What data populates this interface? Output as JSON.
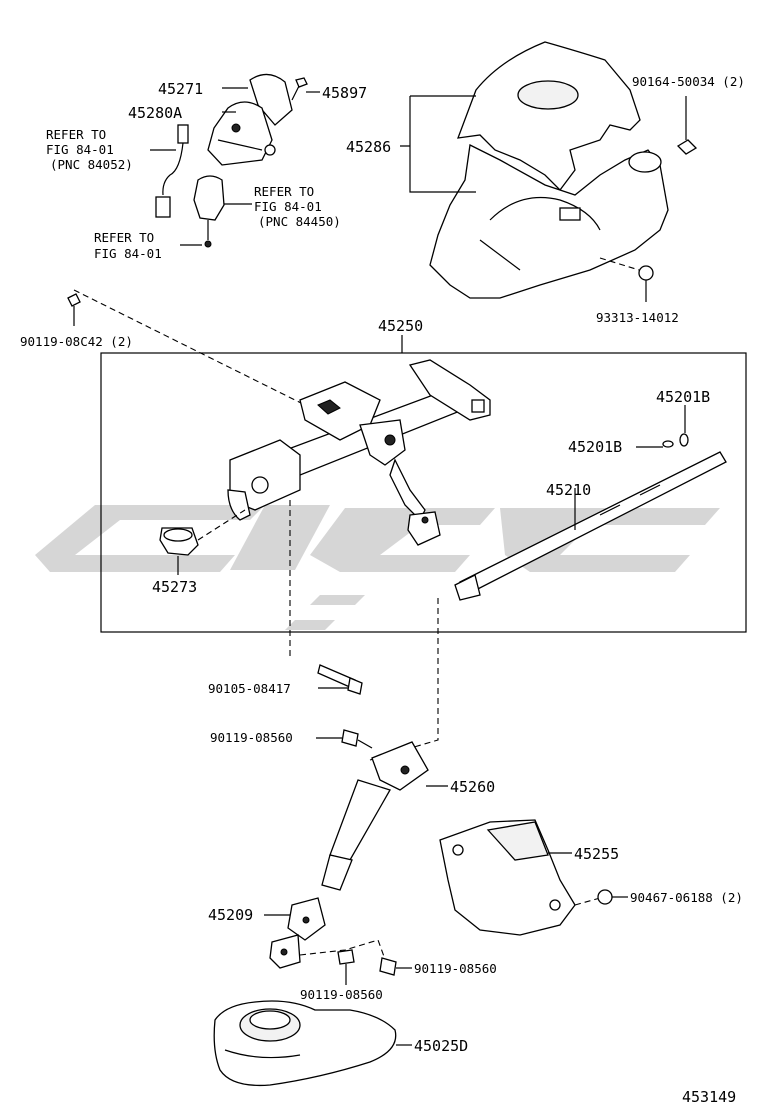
{
  "diagram": {
    "labels": {
      "p45271": "45271",
      "p45897": "45897",
      "p45280A": "45280A",
      "refer1_line1": "REFER TO",
      "refer1_line2": "FIG 84-01",
      "refer1_line3": "(PNC 84052)",
      "refer2_line1": "REFER TO",
      "refer2_line2": "FIG 84-01",
      "refer2_line3": "(PNC 84450)",
      "refer3_line1": "REFER TO",
      "refer3_line2": "FIG 84-01",
      "p45286": "45286",
      "p90164": "90164-50034 (2)",
      "p93313": "93313-14012",
      "p90119_c42": "90119-08C42 (2)",
      "p45250": "45250",
      "p45201B_a": "45201B",
      "p45201B_b": "45201B",
      "p45210": "45210",
      "p45273": "45273",
      "p90105": "90105-08417",
      "p90119_a": "90119-08560",
      "p45260": "45260",
      "p45255": "45255",
      "p90467": "90467-06188 (2)",
      "p45209": "45209",
      "p90119_b": "90119-08560",
      "p90119_c": "90119-08560",
      "p45025D": "45025D",
      "figure_no": "453149"
    }
  }
}
